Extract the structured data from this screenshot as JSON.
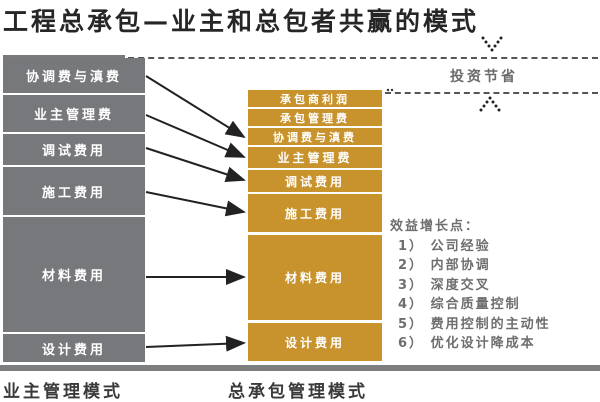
{
  "title": "工程总承包—业主和总包者共赢的模式",
  "owner_mode": {
    "label": "业主管理模式",
    "items": [
      {
        "label": "协调费与滇费"
      },
      {
        "label": "业主管理费"
      },
      {
        "label": "调试费用"
      },
      {
        "label": "施工费用"
      },
      {
        "label": "材料费用"
      },
      {
        "label": "设计费用"
      }
    ]
  },
  "epc_mode": {
    "label": "总承包管理模式",
    "items": [
      {
        "label": "承包商利润"
      },
      {
        "label": "承包管理费"
      },
      {
        "label": "协调费与滇费"
      },
      {
        "label": "业主管理费"
      },
      {
        "label": "调试费用"
      },
      {
        "label": "施工费用"
      },
      {
        "label": "材料费用"
      },
      {
        "label": "设计费用"
      }
    ]
  },
  "investment_saving": {
    "label": "投资节省"
  },
  "benefits": {
    "heading": "效益增长点：",
    "items": [
      "1） 公司经验",
      "2） 内部协调",
      "3） 深度交叉",
      "4） 综合质量控制",
      "5） 费用控制的主动性",
      "6） 优化设计降成本"
    ]
  },
  "colors": {
    "owner_box": "#77787b",
    "epc_box": "#c8922d",
    "divider": "#7d7e80"
  }
}
